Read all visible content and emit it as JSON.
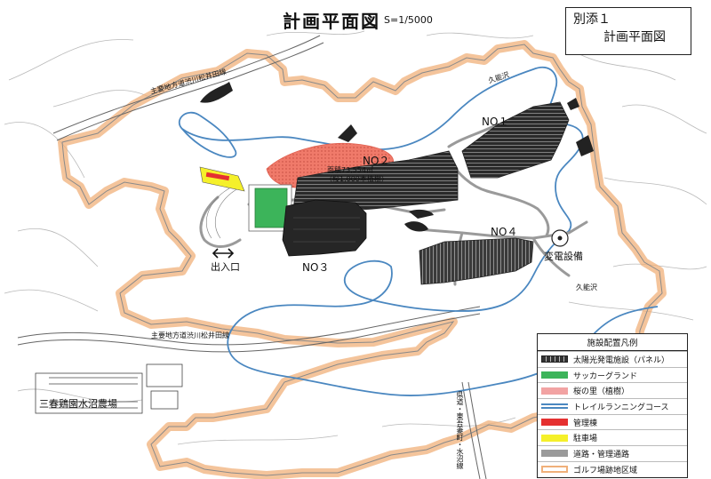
{
  "title": "計画平面図",
  "scale": "S=1/5000",
  "annex": {
    "line1": "別添１",
    "line2": "計画平面図"
  },
  "labels": {
    "no1": "NO１",
    "no2": "NO２",
    "no3": "NO３",
    "no4": "NO４",
    "substation": "変電設備",
    "entrance": "出入口",
    "road_top": "主要地方道渋川松井田線",
    "road_bottom": "主要地方道渋川松井田線",
    "kunosawa_top": "久能沢",
    "kunosawa_right": "久能沢",
    "farm": "三春鶏園水沼農場",
    "sakura_area": "面積73,554㎡",
    "sakura_sub": "（桜1,000本植樹）",
    "vertical_road": "県道・東吾妻町・水沼線"
  },
  "legend": {
    "title": "施設配置凡例",
    "items": [
      {
        "label": "太陽光発電施設（パネル）",
        "key": "panel"
      },
      {
        "label": "サッカーグランド",
        "key": "soccer"
      },
      {
        "label": "桜の里（植樹）",
        "key": "sakura"
      },
      {
        "label": "トレイルランニングコース",
        "key": "trail"
      },
      {
        "label": "管理棟",
        "key": "mgmt"
      },
      {
        "label": "駐車場",
        "key": "park"
      },
      {
        "label": "道路・管理通路",
        "key": "road"
      },
      {
        "label": "ゴルフ場跡地区域",
        "key": "golf"
      }
    ]
  },
  "colors": {
    "golf_boundary": "#f0b07a",
    "trail": "#4a87c0",
    "soccer": "#3cb45a",
    "sakura": "#f07a6a",
    "parking": "#f5f02a",
    "management": "#e53030",
    "panel": "#2a2a2a",
    "road": "#9a9a9a"
  }
}
